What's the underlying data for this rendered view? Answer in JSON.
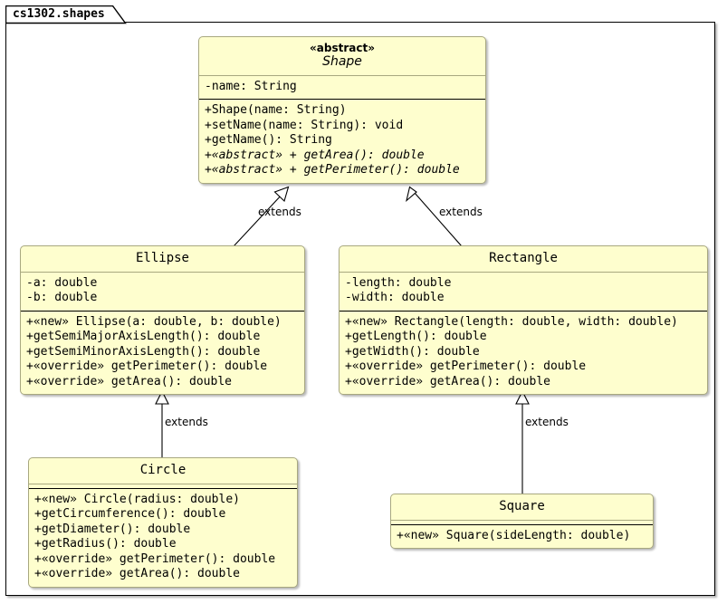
{
  "package": {
    "tab_label": "cs1302.shapes"
  },
  "classes": {
    "shape": {
      "stereotype": "«abstract»",
      "name": "Shape",
      "attributes": [
        "-name: String"
      ],
      "methods": [
        {
          "text": "+Shape(name: String)",
          "italic": false
        },
        {
          "text": "+setName(name: String): void",
          "italic": false
        },
        {
          "text": "+getName(): String",
          "italic": false
        },
        {
          "text": "+«abstract» + getArea(): double",
          "italic": true
        },
        {
          "text": "+«abstract» + getPerimeter(): double",
          "italic": true
        }
      ]
    },
    "ellipse": {
      "name": "Ellipse",
      "attributes": [
        "-a: double",
        "-b: double"
      ],
      "methods": [
        {
          "text": "+«new» Ellipse(a: double, b: double)",
          "italic": false
        },
        {
          "text": "+getSemiMajorAxisLength(): double",
          "italic": false
        },
        {
          "text": "+getSemiMinorAxisLength(): double",
          "italic": false
        },
        {
          "text": "+«override» getPerimeter(): double",
          "italic": false
        },
        {
          "text": "+«override» getArea(): double",
          "italic": false
        }
      ]
    },
    "rectangle": {
      "name": "Rectangle",
      "attributes": [
        "-length: double",
        "-width: double"
      ],
      "methods": [
        {
          "text": "+«new» Rectangle(length: double, width: double)",
          "italic": false
        },
        {
          "text": "+getLength(): double",
          "italic": false
        },
        {
          "text": "+getWidth(): double",
          "italic": false
        },
        {
          "text": "+«override» getPerimeter(): double",
          "italic": false
        },
        {
          "text": "+«override» getArea(): double",
          "italic": false
        }
      ]
    },
    "circle": {
      "name": "Circle",
      "attributes": [],
      "methods": [
        {
          "text": "+«new» Circle(radius: double)",
          "italic": false
        },
        {
          "text": "+getCircumference(): double",
          "italic": false
        },
        {
          "text": "+getDiameter(): double",
          "italic": false
        },
        {
          "text": "+getRadius(): double",
          "italic": false
        },
        {
          "text": "+«override» getPerimeter(): double",
          "italic": false
        },
        {
          "text": "+«override» getArea(): double",
          "italic": false
        }
      ]
    },
    "square": {
      "name": "Square",
      "attributes": [],
      "methods": [
        {
          "text": "+«new» Square(sideLength: double)",
          "italic": false
        }
      ]
    }
  },
  "relationships": [
    {
      "from": "Ellipse",
      "to": "Shape",
      "label": "extends"
    },
    {
      "from": "Rectangle",
      "to": "Shape",
      "label": "extends"
    },
    {
      "from": "Circle",
      "to": "Ellipse",
      "label": "extends"
    },
    {
      "from": "Square",
      "to": "Rectangle",
      "label": "extends"
    }
  ],
  "colors": {
    "class_fill": "#FEFECE",
    "class_border": "#A8A880",
    "line": "#000000",
    "background": "#FFFFFF"
  }
}
